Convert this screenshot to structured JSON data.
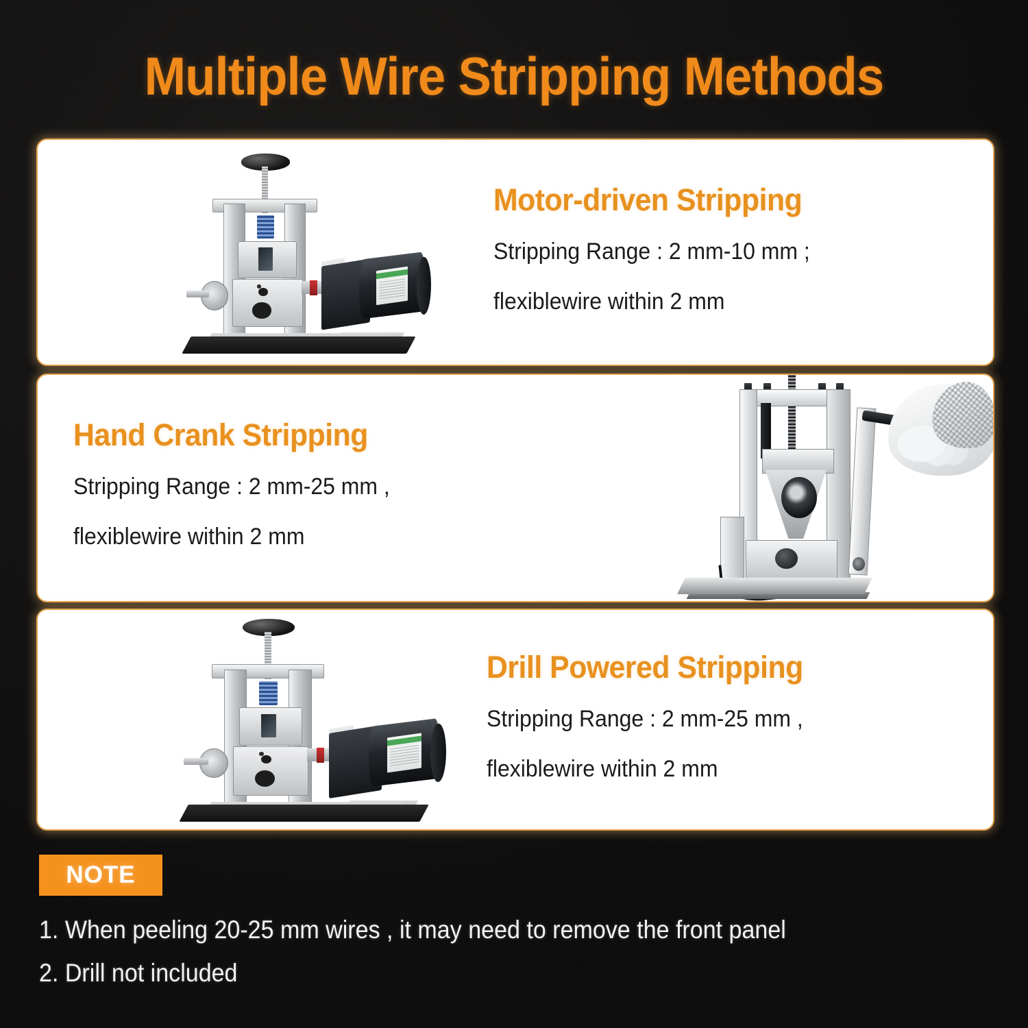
{
  "page": {
    "title": "Multiple Wire Stripping Methods",
    "background_color": "#111010",
    "accent_color": "#F08A1B",
    "card_border_color": "#E4A24C",
    "card_background": "#FFFFFF",
    "note_badge_color": "#F5921E",
    "body_text_color": "#1B1B1B",
    "note_text_color": "#F2F2F2"
  },
  "cards": [
    {
      "heading": "Motor-driven Stripping",
      "line1": "Stripping Range : 2 mm-10 mm ;",
      "line2": "flexiblewire within 2 mm",
      "image_name": "motor-driven-wire-stripping-machine-photo",
      "image_position": "left",
      "text_position": "right"
    },
    {
      "heading": "Hand Crank Stripping",
      "line1": "Stripping Range : 2 mm-25 mm ,",
      "line2": "flexiblewire within 2 mm",
      "image_name": "hand-crank-wire-stripping-machine-with-gloved-hand-photo",
      "image_position": "right",
      "text_position": "left"
    },
    {
      "heading": "Drill Powered Stripping",
      "line1": "Stripping Range : 2 mm-25 mm ,",
      "line2": "flexiblewire within 2 mm",
      "image_name": "drill-powered-wire-stripping-machine-photo",
      "image_position": "left",
      "text_position": "right"
    }
  ],
  "note": {
    "badge_label": "NOTE",
    "items": [
      "1. When peeling 20-25 mm wires , it may need to remove the front panel",
      "2. Drill not included"
    ]
  }
}
